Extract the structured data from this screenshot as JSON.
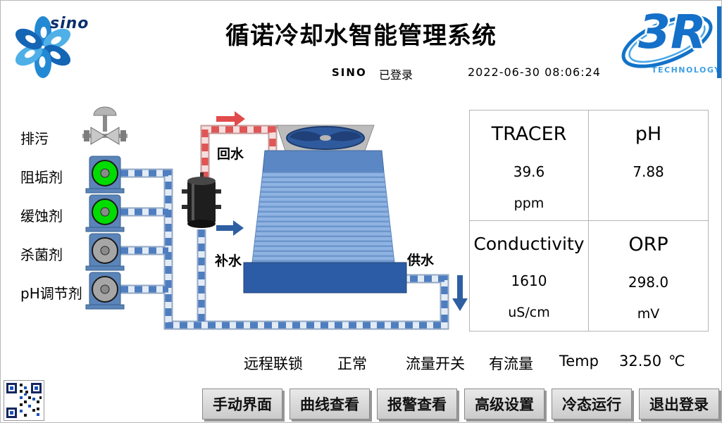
{
  "header": {
    "title": "循诺冷却水智能管理系统",
    "logo_left_text": "sino",
    "logo_right_text": "3R",
    "logo_right_sub": "TECHNOLOGY"
  },
  "session": {
    "user": "SINO",
    "login_status": "已登录",
    "datetime": "2022-06-30 08:06:24"
  },
  "diagram": {
    "chemicals": [
      {
        "label": "排污",
        "type": "valve"
      },
      {
        "label": "阻垢剂",
        "type": "pump",
        "pump_color": "#00dc00"
      },
      {
        "label": "缓蚀剂",
        "type": "pump",
        "pump_color": "#00dc00"
      },
      {
        "label": "杀菌剂",
        "type": "pump",
        "pump_color": "#a6a6a6"
      },
      {
        "label": "pH调节剂",
        "type": "pump",
        "pump_color": "#a6a6a6"
      }
    ],
    "pipe_labels": {
      "return": "回水",
      "makeup": "补水",
      "supply": "供水"
    }
  },
  "panel": {
    "cells": [
      {
        "label": "TRACER",
        "value": "39.6",
        "unit": "ppm"
      },
      {
        "label": "pH",
        "value": "7.88",
        "unit": ""
      },
      {
        "label": "Conductivity",
        "value": "1610",
        "unit": "uS/cm"
      },
      {
        "label": "ORP",
        "value": "298.0",
        "unit": "mV"
      }
    ]
  },
  "status_bar": {
    "interlock_label": "远程联锁",
    "interlock_value": "正常",
    "flow_label": "流量开关",
    "flow_value": "有流量",
    "temp_label": "Temp",
    "temp_value": "32.50",
    "temp_unit": "℃"
  },
  "buttons": [
    {
      "label": "手动界面"
    },
    {
      "label": "曲线查看"
    },
    {
      "label": "报警查看"
    },
    {
      "label": "高级设置"
    },
    {
      "label": "冷态运行"
    },
    {
      "label": "退出登录"
    }
  ],
  "colors": {
    "pipe_water_blue": "#4f7ec0",
    "pipe_return_red": "#e05555",
    "tower_body_blue": "#8fb3e2",
    "basin_blue": "#2d5ca6",
    "logo_blue": "#1470c8",
    "pump_running_green": "#00dc00",
    "pump_stopped_gray": "#a6a6a6"
  }
}
